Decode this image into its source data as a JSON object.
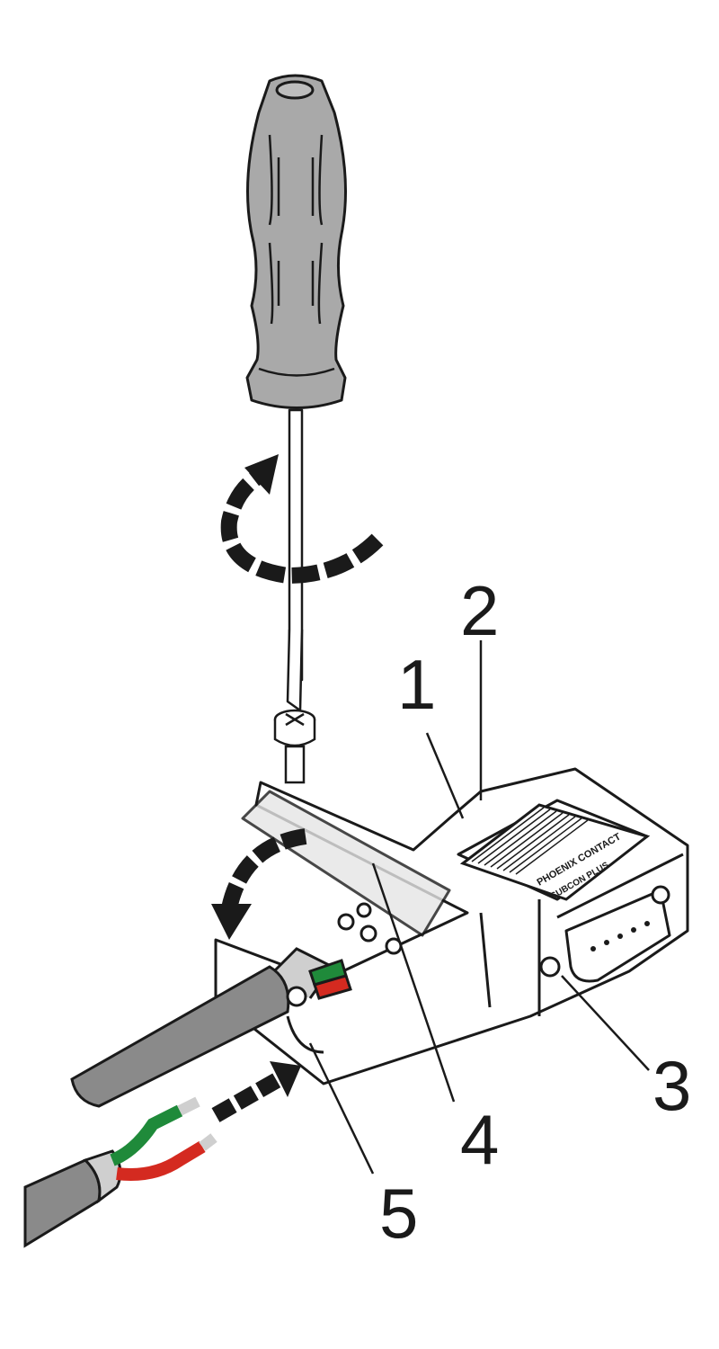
{
  "diagram": {
    "callouts": [
      "1",
      "2",
      "3",
      "4",
      "5"
    ],
    "product_label": {
      "brand_logo": "PHOENIX CONTACT",
      "product_name": "SUBCON PLUS"
    },
    "colors": {
      "handle": "#a9a9a9",
      "cable": "#8a8a8a",
      "wire_green": "#1f8a3a",
      "wire_red": "#d42a20",
      "line": "#1a1a1a"
    }
  }
}
